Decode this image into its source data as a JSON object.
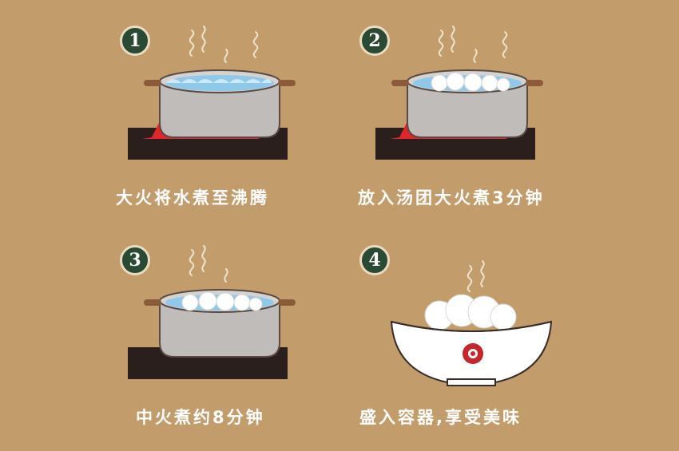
{
  "steps": [
    {
      "number": "1",
      "caption": "大火将水煮至沸腾",
      "illustration": "pot-boiling-water-icon"
    },
    {
      "number": "2",
      "caption": "放入汤团大火煮3分钟",
      "illustration": "pot-with-tangyuan-high-heat-icon"
    },
    {
      "number": "3",
      "caption": "中火煮约8分钟",
      "illustration": "pot-with-tangyuan-medium-heat-icon"
    },
    {
      "number": "4",
      "caption": "盛入容器,享受美味",
      "illustration": "bowl-of-tangyuan-icon"
    }
  ],
  "colors": {
    "background": "#c29d6b",
    "badge": "#2a4a33",
    "flame": "#e0262a",
    "stove": "#2a1f1d"
  }
}
